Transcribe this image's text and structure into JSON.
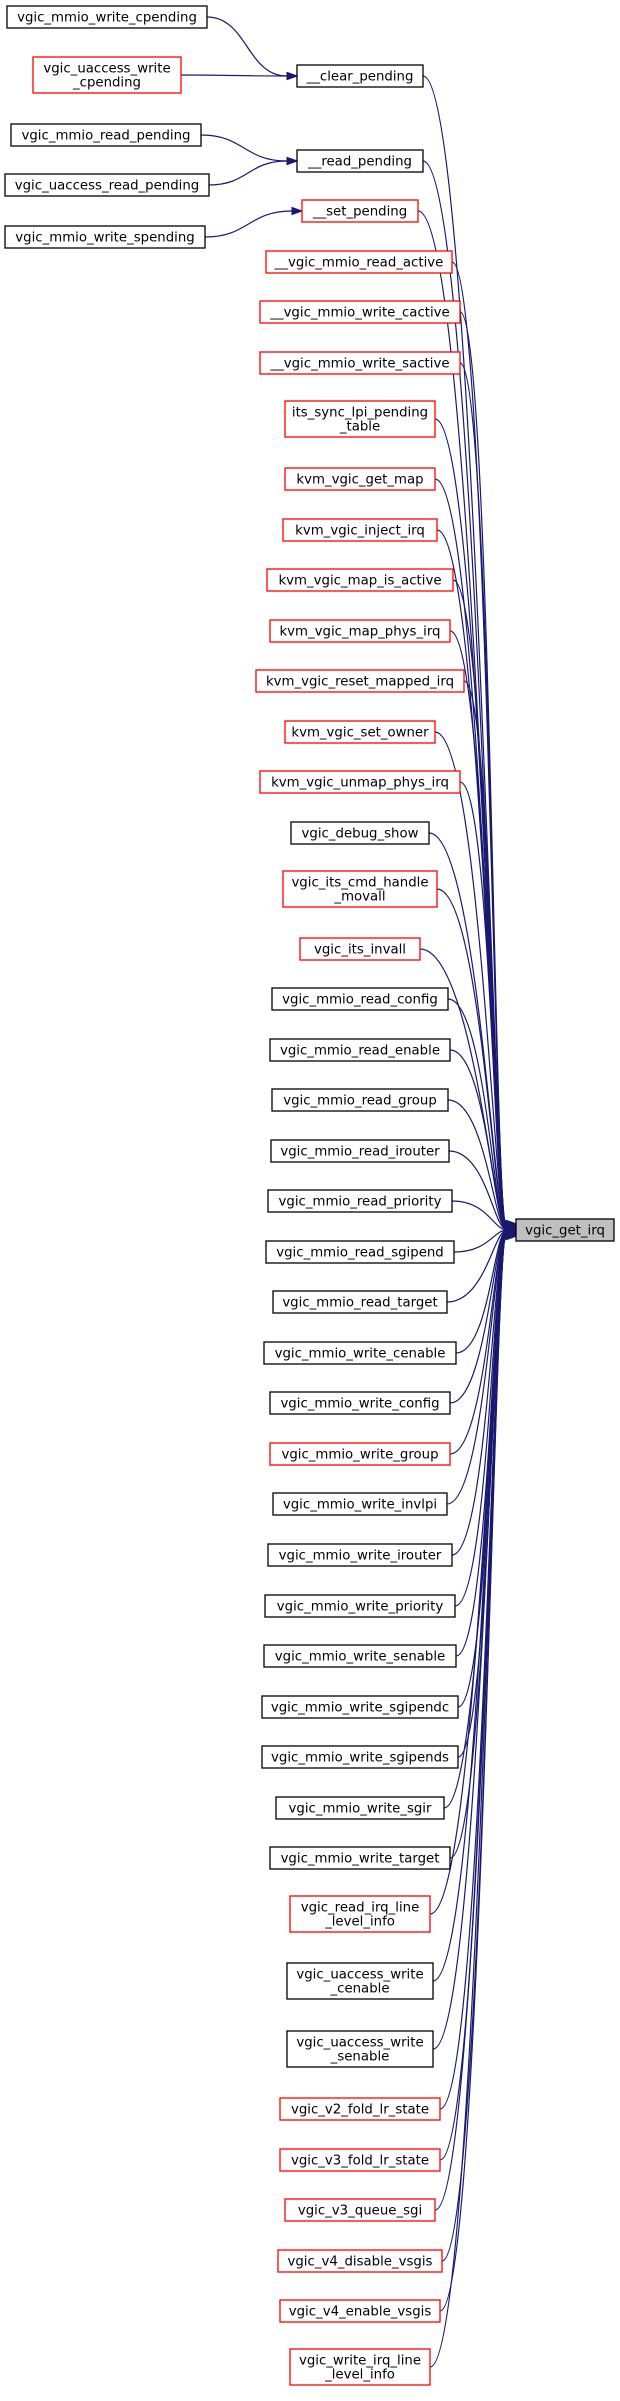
{
  "colors": {
    "edge": "#191970",
    "node_link": "#ff0000",
    "node_plain": "#000000",
    "node_target_fill": "#bfbfbf",
    "background": "#ffffff"
  },
  "target": {
    "id": "vgic_get_irq",
    "lines": [
      "vgic_get_irq"
    ]
  },
  "nodes": [
    {
      "id": "vgic_mmio_write_cpending",
      "lines": [
        "vgic_mmio_write_cpending"
      ],
      "border": "black"
    },
    {
      "id": "vgic_uaccess_write_cpending",
      "lines": [
        "vgic_uaccess_write",
        "_cpending"
      ],
      "border": "red"
    },
    {
      "id": "__clear_pending",
      "lines": [
        "__clear_pending"
      ],
      "border": "black"
    },
    {
      "id": "vgic_mmio_read_pending",
      "lines": [
        "vgic_mmio_read_pending"
      ],
      "border": "black"
    },
    {
      "id": "vgic_uaccess_read_pending",
      "lines": [
        "vgic_uaccess_read_pending"
      ],
      "border": "black"
    },
    {
      "id": "__read_pending",
      "lines": [
        "__read_pending"
      ],
      "border": "black"
    },
    {
      "id": "vgic_mmio_write_spending",
      "lines": [
        "vgic_mmio_write_spending"
      ],
      "border": "black"
    },
    {
      "id": "__set_pending",
      "lines": [
        "__set_pending"
      ],
      "border": "red"
    },
    {
      "id": "__vgic_mmio_read_active",
      "lines": [
        "__vgic_mmio_read_active"
      ],
      "border": "red"
    },
    {
      "id": "__vgic_mmio_write_cactive",
      "lines": [
        "__vgic_mmio_write_cactive"
      ],
      "border": "red"
    },
    {
      "id": "__vgic_mmio_write_sactive",
      "lines": [
        "__vgic_mmio_write_sactive"
      ],
      "border": "red"
    },
    {
      "id": "its_sync_lpi_pending_table",
      "lines": [
        "its_sync_lpi_pending",
        "_table"
      ],
      "border": "red"
    },
    {
      "id": "kvm_vgic_get_map",
      "lines": [
        "kvm_vgic_get_map"
      ],
      "border": "red"
    },
    {
      "id": "kvm_vgic_inject_irq",
      "lines": [
        "kvm_vgic_inject_irq"
      ],
      "border": "red"
    },
    {
      "id": "kvm_vgic_map_is_active",
      "lines": [
        "kvm_vgic_map_is_active"
      ],
      "border": "red"
    },
    {
      "id": "kvm_vgic_map_phys_irq",
      "lines": [
        "kvm_vgic_map_phys_irq"
      ],
      "border": "red"
    },
    {
      "id": "kvm_vgic_reset_mapped_irq",
      "lines": [
        "kvm_vgic_reset_mapped_irq"
      ],
      "border": "red"
    },
    {
      "id": "kvm_vgic_set_owner",
      "lines": [
        "kvm_vgic_set_owner"
      ],
      "border": "red"
    },
    {
      "id": "kvm_vgic_unmap_phys_irq",
      "lines": [
        "kvm_vgic_unmap_phys_irq"
      ],
      "border": "red"
    },
    {
      "id": "vgic_debug_show",
      "lines": [
        "vgic_debug_show"
      ],
      "border": "black"
    },
    {
      "id": "vgic_its_cmd_handle_movall",
      "lines": [
        "vgic_its_cmd_handle",
        "_movall"
      ],
      "border": "red"
    },
    {
      "id": "vgic_its_invall",
      "lines": [
        "vgic_its_invall"
      ],
      "border": "red"
    },
    {
      "id": "vgic_mmio_read_config",
      "lines": [
        "vgic_mmio_read_config"
      ],
      "border": "black"
    },
    {
      "id": "vgic_mmio_read_enable",
      "lines": [
        "vgic_mmio_read_enable"
      ],
      "border": "black"
    },
    {
      "id": "vgic_mmio_read_group",
      "lines": [
        "vgic_mmio_read_group"
      ],
      "border": "black"
    },
    {
      "id": "vgic_mmio_read_irouter",
      "lines": [
        "vgic_mmio_read_irouter"
      ],
      "border": "black"
    },
    {
      "id": "vgic_mmio_read_priority",
      "lines": [
        "vgic_mmio_read_priority"
      ],
      "border": "black"
    },
    {
      "id": "vgic_mmio_read_sgipend",
      "lines": [
        "vgic_mmio_read_sgipend"
      ],
      "border": "black"
    },
    {
      "id": "vgic_mmio_read_target",
      "lines": [
        "vgic_mmio_read_target"
      ],
      "border": "black"
    },
    {
      "id": "vgic_mmio_write_cenable",
      "lines": [
        "vgic_mmio_write_cenable"
      ],
      "border": "black"
    },
    {
      "id": "vgic_mmio_write_config",
      "lines": [
        "vgic_mmio_write_config"
      ],
      "border": "black"
    },
    {
      "id": "vgic_mmio_write_group",
      "lines": [
        "vgic_mmio_write_group"
      ],
      "border": "red"
    },
    {
      "id": "vgic_mmio_write_invlpi",
      "lines": [
        "vgic_mmio_write_invlpi"
      ],
      "border": "black"
    },
    {
      "id": "vgic_mmio_write_irouter",
      "lines": [
        "vgic_mmio_write_irouter"
      ],
      "border": "black"
    },
    {
      "id": "vgic_mmio_write_priority",
      "lines": [
        "vgic_mmio_write_priority"
      ],
      "border": "black"
    },
    {
      "id": "vgic_mmio_write_senable",
      "lines": [
        "vgic_mmio_write_senable"
      ],
      "border": "black"
    },
    {
      "id": "vgic_mmio_write_sgipendc",
      "lines": [
        "vgic_mmio_write_sgipendc"
      ],
      "border": "black"
    },
    {
      "id": "vgic_mmio_write_sgipends",
      "lines": [
        "vgic_mmio_write_sgipends"
      ],
      "border": "black"
    },
    {
      "id": "vgic_mmio_write_sgir",
      "lines": [
        "vgic_mmio_write_sgir"
      ],
      "border": "black"
    },
    {
      "id": "vgic_mmio_write_target",
      "lines": [
        "vgic_mmio_write_target"
      ],
      "border": "black"
    },
    {
      "id": "vgic_read_irq_line_level_info",
      "lines": [
        "vgic_read_irq_line",
        "_level_info"
      ],
      "border": "red"
    },
    {
      "id": "vgic_uaccess_write_cenable",
      "lines": [
        "vgic_uaccess_write",
        "_cenable"
      ],
      "border": "black"
    },
    {
      "id": "vgic_uaccess_write_senable",
      "lines": [
        "vgic_uaccess_write",
        "_senable"
      ],
      "border": "black"
    },
    {
      "id": "vgic_v2_fold_lr_state",
      "lines": [
        "vgic_v2_fold_lr_state"
      ],
      "border": "red"
    },
    {
      "id": "vgic_v3_fold_lr_state",
      "lines": [
        "vgic_v3_fold_lr_state"
      ],
      "border": "red"
    },
    {
      "id": "vgic_v3_queue_sgi",
      "lines": [
        "vgic_v3_queue_sgi"
      ],
      "border": "red"
    },
    {
      "id": "vgic_v4_disable_vsgis",
      "lines": [
        "vgic_v4_disable_vsgis"
      ],
      "border": "red"
    },
    {
      "id": "vgic_v4_enable_vsgis",
      "lines": [
        "vgic_v4_enable_vsgis"
      ],
      "border": "red"
    },
    {
      "id": "vgic_write_irq_line_level_info",
      "lines": [
        "vgic_write_irq_line",
        "_level_info"
      ],
      "border": "red"
    }
  ],
  "edges": [
    {
      "from": "vgic_mmio_write_cpending",
      "to": "__clear_pending"
    },
    {
      "from": "vgic_uaccess_write_cpending",
      "to": "__clear_pending"
    },
    {
      "from": "vgic_mmio_read_pending",
      "to": "__read_pending"
    },
    {
      "from": "vgic_uaccess_read_pending",
      "to": "__read_pending"
    },
    {
      "from": "vgic_mmio_write_spending",
      "to": "__set_pending"
    },
    {
      "from": "__clear_pending",
      "to": "vgic_get_irq"
    },
    {
      "from": "__read_pending",
      "to": "vgic_get_irq"
    },
    {
      "from": "__set_pending",
      "to": "vgic_get_irq"
    },
    {
      "from": "__vgic_mmio_read_active",
      "to": "vgic_get_irq"
    },
    {
      "from": "__vgic_mmio_write_cactive",
      "to": "vgic_get_irq"
    },
    {
      "from": "__vgic_mmio_write_sactive",
      "to": "vgic_get_irq"
    },
    {
      "from": "its_sync_lpi_pending_table",
      "to": "vgic_get_irq"
    },
    {
      "from": "kvm_vgic_get_map",
      "to": "vgic_get_irq"
    },
    {
      "from": "kvm_vgic_inject_irq",
      "to": "vgic_get_irq"
    },
    {
      "from": "kvm_vgic_map_is_active",
      "to": "vgic_get_irq"
    },
    {
      "from": "kvm_vgic_map_phys_irq",
      "to": "vgic_get_irq"
    },
    {
      "from": "kvm_vgic_reset_mapped_irq",
      "to": "vgic_get_irq"
    },
    {
      "from": "kvm_vgic_set_owner",
      "to": "vgic_get_irq"
    },
    {
      "from": "kvm_vgic_unmap_phys_irq",
      "to": "vgic_get_irq"
    },
    {
      "from": "vgic_debug_show",
      "to": "vgic_get_irq"
    },
    {
      "from": "vgic_its_cmd_handle_movall",
      "to": "vgic_get_irq"
    },
    {
      "from": "vgic_its_invall",
      "to": "vgic_get_irq"
    },
    {
      "from": "vgic_mmio_read_config",
      "to": "vgic_get_irq"
    },
    {
      "from": "vgic_mmio_read_enable",
      "to": "vgic_get_irq"
    },
    {
      "from": "vgic_mmio_read_group",
      "to": "vgic_get_irq"
    },
    {
      "from": "vgic_mmio_read_irouter",
      "to": "vgic_get_irq"
    },
    {
      "from": "vgic_mmio_read_priority",
      "to": "vgic_get_irq"
    },
    {
      "from": "vgic_mmio_read_sgipend",
      "to": "vgic_get_irq"
    },
    {
      "from": "vgic_mmio_read_target",
      "to": "vgic_get_irq"
    },
    {
      "from": "vgic_mmio_write_cenable",
      "to": "vgic_get_irq"
    },
    {
      "from": "vgic_mmio_write_config",
      "to": "vgic_get_irq"
    },
    {
      "from": "vgic_mmio_write_group",
      "to": "vgic_get_irq"
    },
    {
      "from": "vgic_mmio_write_invlpi",
      "to": "vgic_get_irq"
    },
    {
      "from": "vgic_mmio_write_irouter",
      "to": "vgic_get_irq"
    },
    {
      "from": "vgic_mmio_write_priority",
      "to": "vgic_get_irq"
    },
    {
      "from": "vgic_mmio_write_senable",
      "to": "vgic_get_irq"
    },
    {
      "from": "vgic_mmio_write_sgipendc",
      "to": "vgic_get_irq"
    },
    {
      "from": "vgic_mmio_write_sgipends",
      "to": "vgic_get_irq"
    },
    {
      "from": "vgic_mmio_write_sgir",
      "to": "vgic_get_irq"
    },
    {
      "from": "vgic_mmio_write_target",
      "to": "vgic_get_irq"
    },
    {
      "from": "vgic_read_irq_line_level_info",
      "to": "vgic_get_irq"
    },
    {
      "from": "vgic_uaccess_write_cenable",
      "to": "vgic_get_irq"
    },
    {
      "from": "vgic_uaccess_write_senable",
      "to": "vgic_get_irq"
    },
    {
      "from": "vgic_v2_fold_lr_state",
      "to": "vgic_get_irq"
    },
    {
      "from": "vgic_v3_fold_lr_state",
      "to": "vgic_get_irq"
    },
    {
      "from": "vgic_v3_queue_sgi",
      "to": "vgic_get_irq"
    },
    {
      "from": "vgic_v4_disable_vsgis",
      "to": "vgic_get_irq"
    },
    {
      "from": "vgic_v4_enable_vsgis",
      "to": "vgic_get_irq"
    },
    {
      "from": "vgic_write_irq_line_level_info",
      "to": "vgic_get_irq"
    }
  ]
}
